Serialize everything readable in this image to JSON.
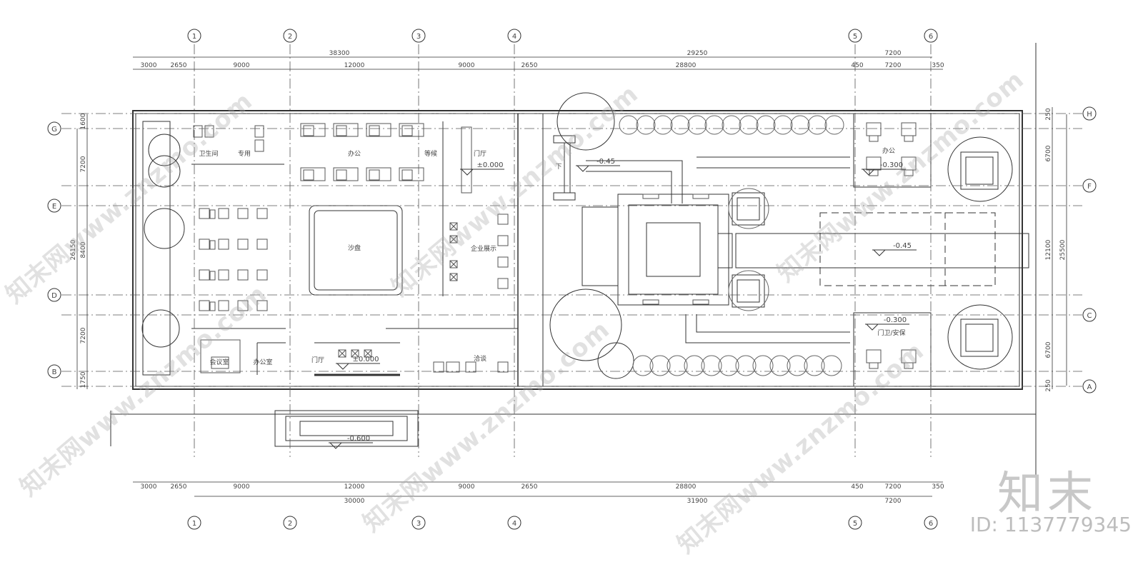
{
  "axes": {
    "columns": [
      "1",
      "2",
      "3",
      "4",
      "5",
      "6"
    ],
    "rows": [
      "H",
      "G",
      "F",
      "E",
      "D",
      "C",
      "B",
      "A"
    ]
  },
  "dimensions": {
    "top_total": [
      "38300",
      "29250",
      "7200"
    ],
    "top_detail": [
      "3000",
      "2650",
      "9000",
      "12000",
      "9000",
      "2650",
      "28800",
      "450",
      "7200",
      "350"
    ],
    "bottom_detail": [
      "3000",
      "2650",
      "9000",
      "12000",
      "9000",
      "2650",
      "28800",
      "450",
      "7200",
      "350"
    ],
    "bottom_total": [
      "30000",
      "31900",
      "7200"
    ],
    "left_detail": [
      "1600",
      "7200",
      "8400",
      "7200",
      "1750"
    ],
    "left_total": "26150",
    "right_detail": [
      "250",
      "6700",
      "12100",
      "6700",
      "250"
    ],
    "right_total": "25500"
  },
  "rooms": {
    "toilet": "卫生间",
    "dedicated": "专用",
    "office_top": "办公",
    "waiting": "等候",
    "lobby_top": "门厅",
    "sand_table": "沙盘",
    "exhibit": "企业展示",
    "meeting": "会议室",
    "office_room": "办公室",
    "lobby_main": "门厅",
    "negotiation": "洽谈",
    "office_right": "办公",
    "guard": "门卫/安保",
    "down": "下"
  },
  "levels": [
    "±0.000",
    "±0.000",
    "-0.45",
    "-0.300",
    "-0.45",
    "-0.300",
    "-0.600"
  ],
  "watermark": {
    "text": "知末网www.znzmo.com",
    "logo": "知末",
    "id": "ID: 1137779345"
  }
}
